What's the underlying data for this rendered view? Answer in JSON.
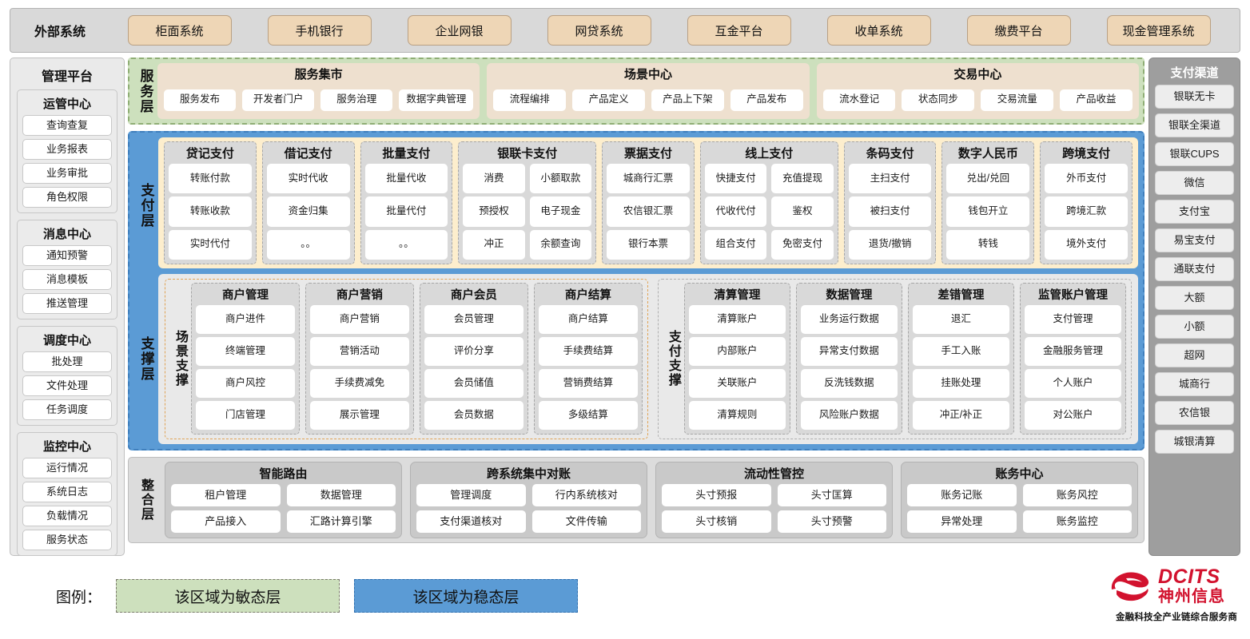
{
  "external": {
    "title": "外部系统",
    "systems": [
      "柜面系统",
      "手机银行",
      "企业网银",
      "网贷系统",
      "互金平台",
      "收单系统",
      "缴费平台",
      "现金管理系统"
    ]
  },
  "left_sidebar": {
    "title": "管理平台",
    "groups": [
      {
        "title": "运管中心",
        "items": [
          "查询查复",
          "业务报表",
          "业务审批",
          "角色权限"
        ]
      },
      {
        "title": "消息中心",
        "items": [
          "通知预警",
          "消息模板",
          "推送管理"
        ]
      },
      {
        "title": "调度中心",
        "items": [
          "批处理",
          "文件处理",
          "任务调度"
        ]
      },
      {
        "title": "监控中心",
        "items": [
          "运行情况",
          "系统日志",
          "负载情况",
          "服务状态"
        ]
      }
    ]
  },
  "right_sidebar": {
    "title": "支付渠道",
    "items": [
      "银联无卡",
      "银联全渠道",
      "银联CUPS",
      "微信",
      "支付宝",
      "易宝支付",
      "通联支付",
      "大额",
      "小额",
      "超网",
      "城商行",
      "农信银",
      "城银清算"
    ]
  },
  "service_layer": {
    "label": "服务层",
    "groups": [
      {
        "title": "服务集市",
        "items": [
          "服务发布",
          "开发者门户",
          "服务治理",
          "数据字典管理"
        ]
      },
      {
        "title": "场景中心",
        "items": [
          "流程编排",
          "产品定义",
          "产品上下架",
          "产品发布"
        ]
      },
      {
        "title": "交易中心",
        "items": [
          "流水登记",
          "状态同步",
          "交易流量",
          "产品收益"
        ]
      }
    ]
  },
  "pay_layer": {
    "label": "支付层",
    "cards": [
      {
        "title": "贷记支付",
        "columns": 1,
        "items": [
          "转账付款",
          "转账收款",
          "实时代付"
        ]
      },
      {
        "title": "借记支付",
        "columns": 1,
        "items": [
          "实时代收",
          "资金归集",
          "。。"
        ]
      },
      {
        "title": "批量支付",
        "columns": 1,
        "items": [
          "批量代收",
          "批量代付",
          "。。"
        ]
      },
      {
        "title": "银联卡支付",
        "columns": 2,
        "items": [
          "消费",
          "小额取款",
          "预授权",
          "电子现金",
          "冲正",
          "余额查询"
        ]
      },
      {
        "title": "票据支付",
        "columns": 1,
        "items": [
          "城商行汇票",
          "农信银汇票",
          "银行本票"
        ]
      },
      {
        "title": "线上支付",
        "columns": 2,
        "items": [
          "快捷支付",
          "充值提现",
          "代收代付",
          "鉴权",
          "组合支付",
          "免密支付"
        ]
      },
      {
        "title": "条码支付",
        "columns": 1,
        "items": [
          "主扫支付",
          "被扫支付",
          "退货/撤销"
        ]
      },
      {
        "title": "数字人民币",
        "columns": 1,
        "items": [
          "兑出/兑回",
          "钱包开立",
          "转钱"
        ]
      },
      {
        "title": "跨境支付",
        "columns": 1,
        "items": [
          "外币支付",
          "跨境汇款",
          "境外支付"
        ]
      }
    ]
  },
  "support_layer": {
    "label": "支撑层",
    "scene": {
      "label": "场景支撑",
      "cards": [
        {
          "title": "商户管理",
          "items": [
            "商户进件",
            "终端管理",
            "商户风控",
            "门店管理"
          ]
        },
        {
          "title": "商户营销",
          "items": [
            "商户营销",
            "营销活动",
            "手续费减免",
            "展示管理"
          ]
        },
        {
          "title": "商户会员",
          "items": [
            "会员管理",
            "评价分享",
            "会员储值",
            "会员数据"
          ]
        },
        {
          "title": "商户结算",
          "items": [
            "商户结算",
            "手续费结算",
            "营销费结算",
            "多级结算"
          ]
        }
      ]
    },
    "paysup": {
      "label": "支付支撑",
      "cards": [
        {
          "title": "清算管理",
          "items": [
            "清算账户",
            "内部账户",
            "关联账户",
            "清算规则"
          ]
        },
        {
          "title": "数据管理",
          "items": [
            "业务运行数据",
            "异常支付数据",
            "反洗钱数据",
            "风险账户数据"
          ]
        },
        {
          "title": "差错管理",
          "items": [
            "退汇",
            "手工入账",
            "挂账处理",
            "冲正/补正"
          ]
        },
        {
          "title": "监管账户管理",
          "items": [
            "支付管理",
            "金融服务管理",
            "个人账户",
            "对公账户"
          ]
        }
      ]
    }
  },
  "integration_layer": {
    "label": "整合层",
    "cards": [
      {
        "title": "智能路由",
        "items": [
          "租户管理",
          "数据管理",
          "产品接入",
          "汇路计算引擎"
        ]
      },
      {
        "title": "跨系统集中对账",
        "items": [
          "管理调度",
          "行内系统核对",
          "支付渠道核对",
          "文件传输"
        ]
      },
      {
        "title": "流动性管控",
        "items": [
          "头寸预报",
          "头寸匡算",
          "头寸核销",
          "头寸预警"
        ]
      },
      {
        "title": "账务中心",
        "items": [
          "账务记账",
          "账务风控",
          "异常处理",
          "账务监控"
        ]
      }
    ]
  },
  "legend": {
    "label": "图例：",
    "agile": "该区域为敏态层",
    "stable": "该区域为稳态层"
  },
  "logo": {
    "en": "DCITS",
    "cn": "神州信息",
    "tagline": "金融科技全产业链综合服务商"
  },
  "colors": {
    "agile_green": "#cde0bd",
    "stable_blue": "#5b9bd5",
    "pay_cream": "#fdeecd",
    "external_tan": "#eed6b6",
    "brand_red": "#d2122e"
  }
}
